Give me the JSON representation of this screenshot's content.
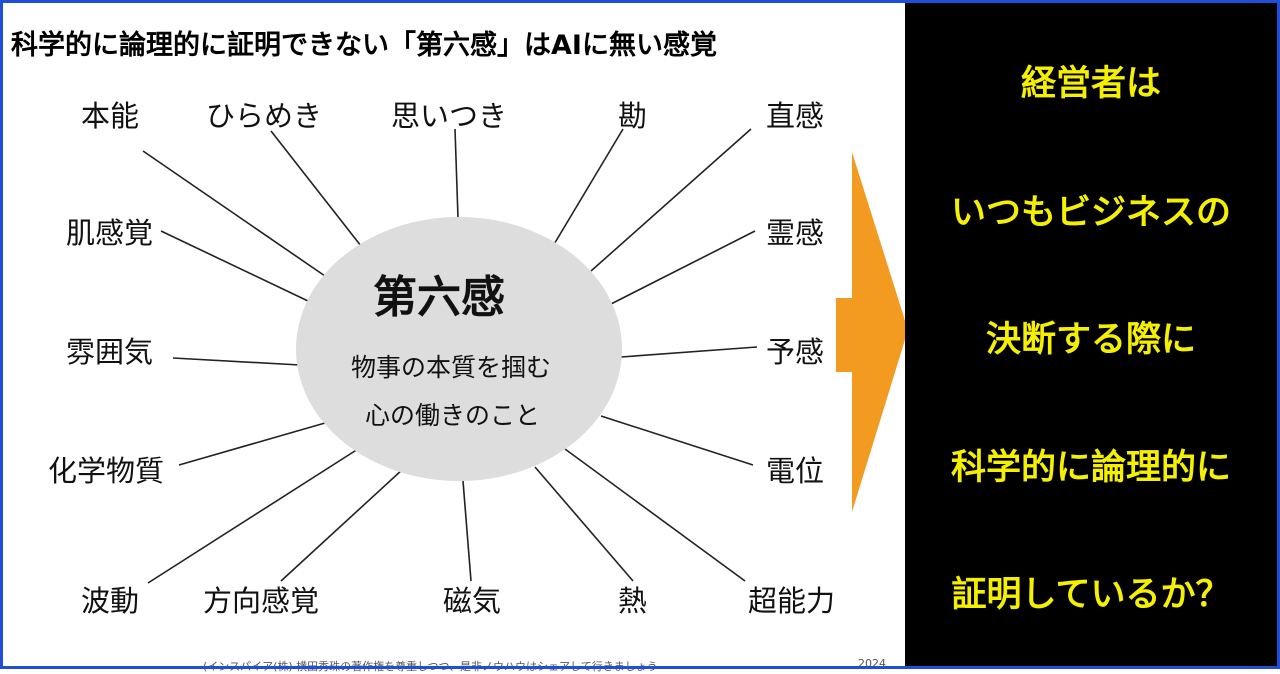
{
  "title": "科学的に論理的に証明できない「第六感」はAIに無い感覚",
  "center": {
    "title": "第六感",
    "desc_line1": "物事の本質を掴む",
    "desc_line2": "心の働きのこと"
  },
  "labels": [
    "本能",
    "ひらめき",
    "思いつき",
    "勘",
    "直感",
    "肌感覚",
    "霊感",
    "雰囲気",
    "予感",
    "化学物質",
    "電位",
    "波動",
    "方向感覚",
    "磁気",
    "熱",
    "超能力"
  ],
  "footer": {
    "text": "(インスパイア(株) 横田秀珠の著作権を尊重しつつ、是非ノウハウはシェアして行きましょう",
    "number": "2024"
  },
  "right_panel": {
    "lines": [
      "経営者は",
      "いつもビジネスの",
      "決断する際に",
      "科学的に論理的に",
      "証明しているか？"
    ]
  },
  "colors": {
    "frame": "#1f4fd6",
    "ellipse": "#dddddd",
    "arrow": "#f39a21",
    "panel_bg": "#000000",
    "panel_text": "#f4f000"
  },
  "icons": [
    "arrow-right-icon"
  ]
}
